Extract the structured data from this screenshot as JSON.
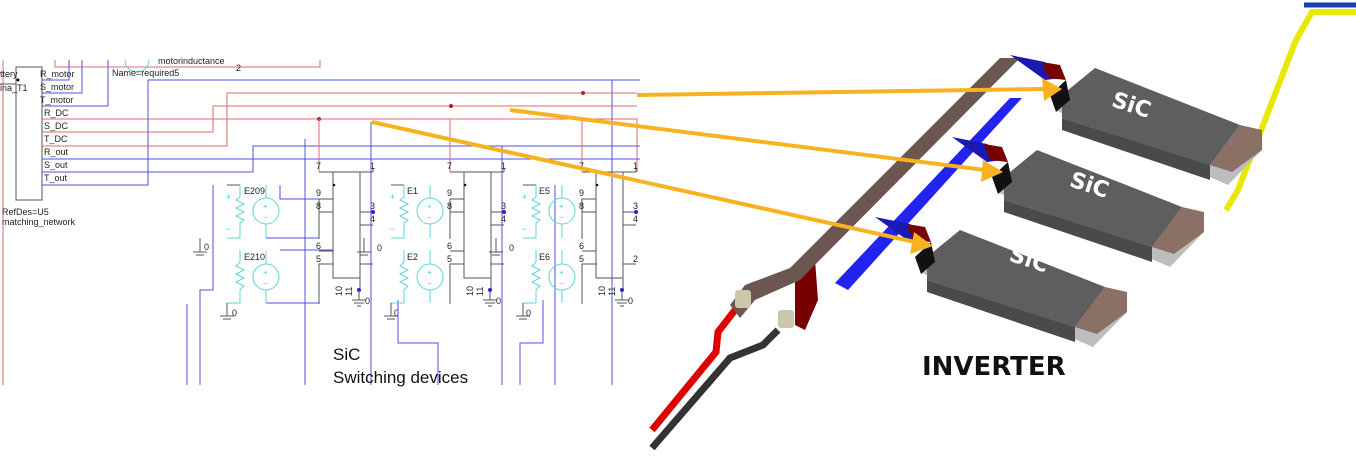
{
  "schematic": {
    "block_left_labels": [
      "ttery",
      "ina_T1"
    ],
    "block_pins": [
      "R_motor",
      "S_motor",
      "T_motor",
      "R_DC",
      "S_DC",
      "T_DC",
      "R_out",
      "S_out",
      "T_out"
    ],
    "refdes": "RefDes=U5",
    "block_name": "matching_network",
    "motor_label": "motorinductance",
    "motor_name": "Name=required5",
    "motor_pin": "2",
    "sources": [
      "E209",
      "E210",
      "E1",
      "E2",
      "E5",
      "E6"
    ],
    "device_pins": {
      "p7": "7",
      "p1": "1",
      "p9": "9",
      "p8": "8",
      "p3": "3",
      "p4": "4",
      "p6": "6",
      "p5": "5",
      "p2": "2",
      "p10": "10",
      "p11": "11"
    },
    "ground": "0",
    "caption_line1": "SiC",
    "caption_line2": "Switching devices"
  },
  "render": {
    "module_label": "SiC",
    "title": "INVERTER"
  },
  "colors": {
    "arrow": "#F9B21F",
    "wire_blue": "#5050E0",
    "wire_red": "#E06A6A",
    "busbar": "#6B5750",
    "module": "#5E5E5E",
    "blue_bar": "#2323F0"
  }
}
